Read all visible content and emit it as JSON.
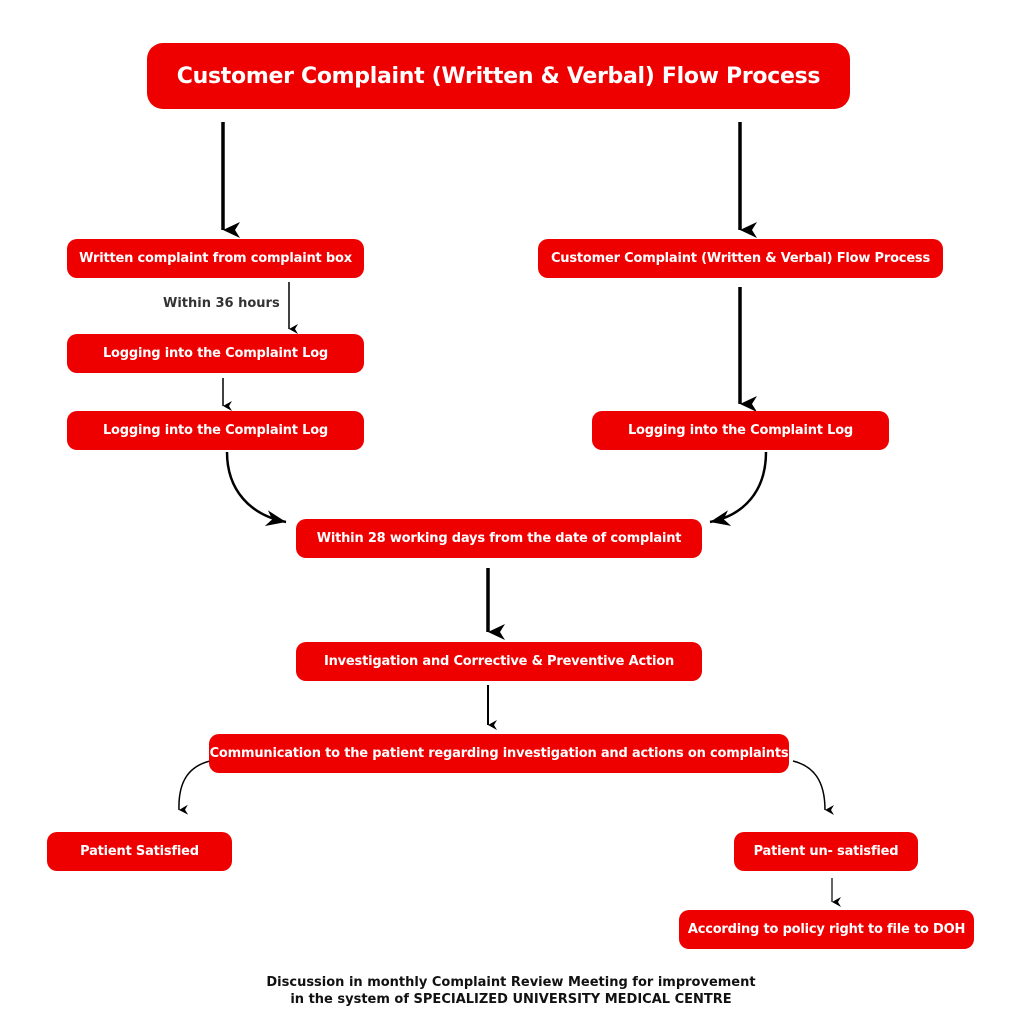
{
  "title": "Customer Complaint (Written & Verbal) Flow Process",
  "nodes": {
    "written_complaint": "Written complaint from complaint box",
    "verbal_branch": "Customer Complaint (Written & Verbal) Flow Process",
    "log_left_1": "Logging into the Complaint Log",
    "log_left_2": "Logging into the Complaint Log",
    "log_right": "Logging into the Complaint Log",
    "within_28_days": "Within 28 working days from the date of complaint",
    "investigation": "Investigation and Corrective & Preventive Action",
    "communication": "Communication to the patient regarding investigation and actions on complaints",
    "patient_satisfied": "Patient Satisfied",
    "patient_unsatisfied": "Patient un- satisfied",
    "file_to_doh": "According to policy right to file to DOH"
  },
  "labels": {
    "within_36_hours": "Within 36 hours"
  },
  "footer": {
    "line1": "Discussion in monthly Complaint Review Meeting for improvement",
    "line2": "in the system of SPECIALIZED UNIVERSITY MEDICAL CENTRE"
  },
  "colors": {
    "box_fill": "#ee0000",
    "box_text": "#ffffff",
    "arrow": "#000000"
  }
}
